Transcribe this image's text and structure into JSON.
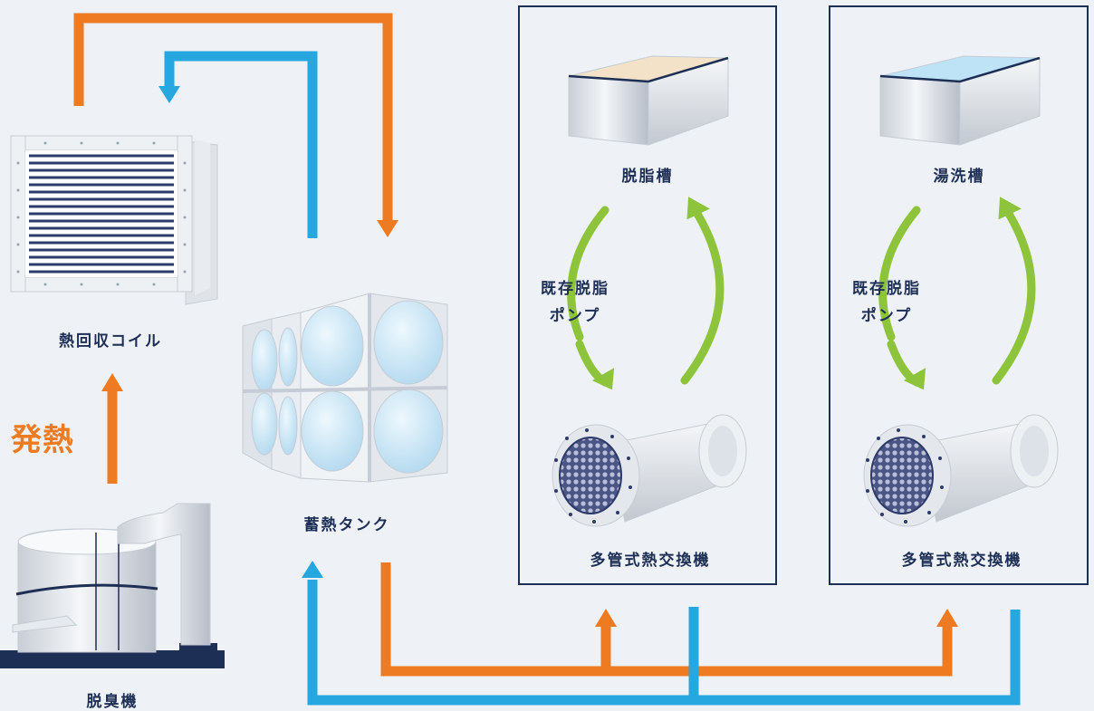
{
  "labels": {
    "heat_recovery_coil": "熱回収コイル",
    "heat_generation": "発熱",
    "deodorizer": "脱臭機",
    "storage_tank": "蓄熱タンク",
    "degreasing_tank": "脱脂槽",
    "hot_wash_tank": "湯洗槽",
    "pump_line1": "既存脱脂",
    "pump_line2": "ポンプ",
    "heat_exchanger": "多管式熱交換機"
  },
  "colors": {
    "hot_pipe": "#ee7a22",
    "cold_pipe": "#27a7e0",
    "circulation": "#8dc43c",
    "frame": "#1e2f55",
    "background": "#eef2f6"
  }
}
